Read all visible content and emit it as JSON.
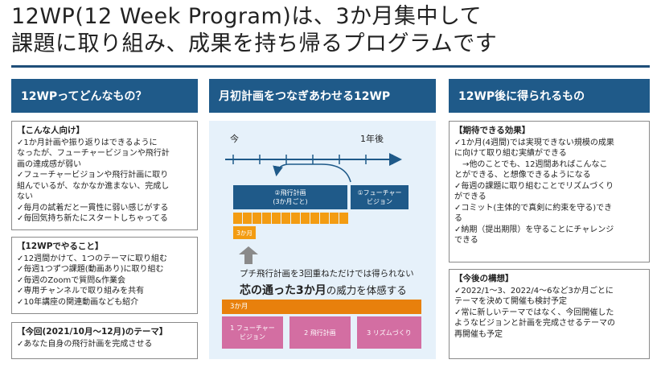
{
  "title": {
    "line1": "12WP(12 Week Program)は、3か月集中して",
    "line2": "課題に取り組み、成果を持ち帰るプログラムです"
  },
  "headers": {
    "col1": "12WPってどんなもの？",
    "col2": "月初計画をつなぎあわせる12WP",
    "col3": "12WP後に得られるもの"
  },
  "target_box": {
    "title": "【こんな人向け】",
    "lines": [
      "✓1か月計画や振り返りはできるように",
      "なったが、フューチャービジョンや飛行計",
      "画の達成感が弱い",
      "✓フューチャービジョンや飛行計画に取り",
      "組んでいるが、なかなか進まない、完成し",
      "ない",
      "✓毎月の試着だと一貫性に弱い感じがする",
      "✓毎回気持ち新たにスタートしちゃってる"
    ]
  },
  "do_box": {
    "title": "【12WPでやること】",
    "lines": [
      "✓12週間かけて、1つのテーマに取り組む",
      "✓毎週1つずつ課題(動画あり)に取り組む",
      "✓毎週のZoomで質問&作業会",
      "✓専用チャンネルで取り組みを共有",
      "✓10年講座の関連動画なども紹介"
    ]
  },
  "theme_box": {
    "title": "【今回(2021/10月〜12月)のテーマ】",
    "lines": [
      "✓あなた自身の飛行計画を完成させる"
    ]
  },
  "effects_box": {
    "title": "【期待できる効果】",
    "lines": [
      "✓1か月(4週間)では実現できない規模の成果",
      "に向けて取り組む実績ができる",
      "　→他のことでも、12週間あればこんなこ",
      "とができる、と想像できるようになる",
      "✓毎週の課題に取り組むことでリズムづくり",
      "ができる",
      "✓コミット(主体的で真剣に約束を守る)でき",
      "る",
      "✓納期（提出期限）を守ることにチャレンジ",
      "できる"
    ]
  },
  "plans_box": {
    "title": "【今後の構想】",
    "lines": [
      "✓2022/1〜3、2022/4〜6など3か月ごとに",
      "テーマを決めて開催も検討予定",
      "✓常に新しいテーマではなく、今回開催した",
      "ようなビジョンと計画を完成させるテーマの",
      "再開催も予定"
    ]
  },
  "diagram": {
    "now_label": "今",
    "year_label": "1年後",
    "flight_plan": "②飛行計画\n(3か月ごと)",
    "future_vision": "①フューチャー\nビジョン",
    "three_month_small": "3か月",
    "caption1": "プチ飛行計画を3回重ねただけでは得られない",
    "caption2_bold": "芯の通った3か月",
    "caption2_rest": "の威力を体感する",
    "three_month_bar": "3か月",
    "steps": [
      "1 フューチャー\nビジョン",
      "2 飛行計画",
      "3 リズムづくり"
    ],
    "colors": {
      "blue": "#1f5a89",
      "light_blue": "#5b8fc4",
      "orange": "#f39c12",
      "orange_dark": "#e8800c",
      "pink": "#d36ea2"
    }
  }
}
